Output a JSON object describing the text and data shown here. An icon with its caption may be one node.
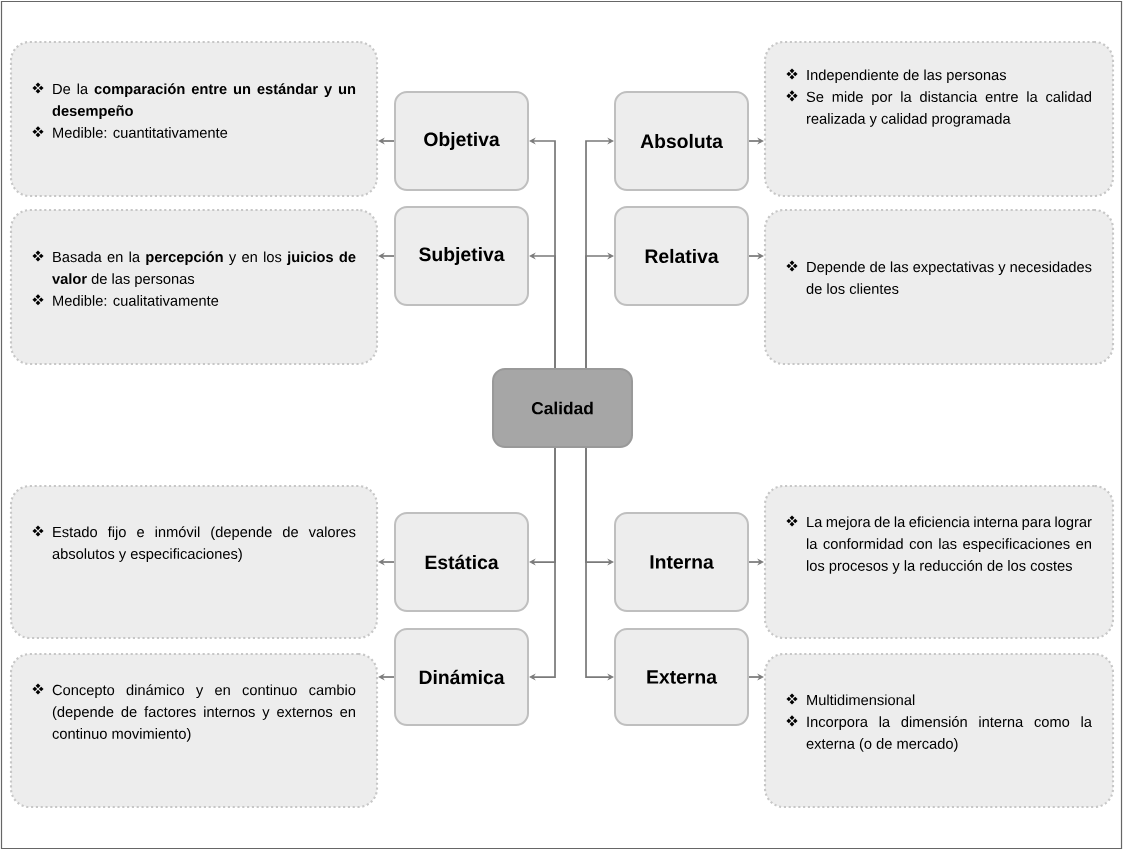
{
  "diagram": {
    "nodes": [
      {
        "text": [
          "De la **comparación entre un estándar y un desempeño**",
          "Medible: cuantitativamente"
        ]
      },
      {
        "text": [
          "Objetiva"
        ]
      },
      {
        "text": [
          "Absoluta"
        ]
      },
      {
        "text": [
          "Independiente de las personas",
          "Se mide por la distancia entre la calidad realizada y calidad programada"
        ]
      },
      {
        "text": [
          "Basada en la **percepción** y en los **juicios de valor** de las personas",
          "Medible: cualitativamente"
        ]
      },
      {
        "text": [
          "Subjetiva"
        ]
      },
      {
        "text": [
          "Relativa"
        ]
      },
      {
        "text": [
          "Depende de las expectativas y necesidades de los clientes"
        ]
      },
      {
        "text": [
          "Calidad"
        ]
      },
      {
        "text": [
          "Estado fijo e inmóvil (depende de valores absolutos y especificaciones)"
        ]
      },
      {
        "text": [
          "Estática"
        ]
      },
      {
        "text": [
          "Interna"
        ]
      },
      {
        "text": [
          "La mejora de la eficiencia interna para lograr la conformidad con las especificaciones en los procesos y la reducción de los costes"
        ]
      },
      {
        "text": [
          "Concepto dinámico y en continuo cambio (depende de factores internos y externos en continuo movimiento)"
        ]
      },
      {
        "text": [
          "Dinámica"
        ]
      },
      {
        "text": [
          "Externa"
        ]
      },
      {
        "text": [
          "Multidimensional",
          "Incorpora la dimensión interna como la externa (o de mercado)"
        ]
      }
    ],
    "edges": [
      {
        "from": 8,
        "to": 1,
        "arrow": "to"
      },
      {
        "from": 8,
        "to": 5,
        "arrow": "to"
      },
      {
        "from": 8,
        "to": 10,
        "arrow": "to"
      },
      {
        "from": 8,
        "to": 14,
        "arrow": "to"
      },
      {
        "from": 8,
        "to": 2,
        "arrow": "to"
      },
      {
        "from": 8,
        "to": 6,
        "arrow": "to"
      },
      {
        "from": 8,
        "to": 11,
        "arrow": "to"
      },
      {
        "from": 8,
        "to": 15,
        "arrow": "to"
      },
      {
        "from": 1,
        "to": 0,
        "arrow": "to"
      },
      {
        "from": 5,
        "to": 4,
        "arrow": "to"
      },
      {
        "from": 10,
        "to": 9,
        "arrow": "to"
      },
      {
        "from": 14,
        "to": 13,
        "arrow": "to"
      },
      {
        "from": 2,
        "to": 3,
        "arrow": "to"
      },
      {
        "from": 6,
        "to": 7,
        "arrow": "to"
      },
      {
        "from": 11,
        "to": 12,
        "arrow": "to"
      },
      {
        "from": 15,
        "to": 16,
        "arrow": "to"
      }
    ]
  }
}
